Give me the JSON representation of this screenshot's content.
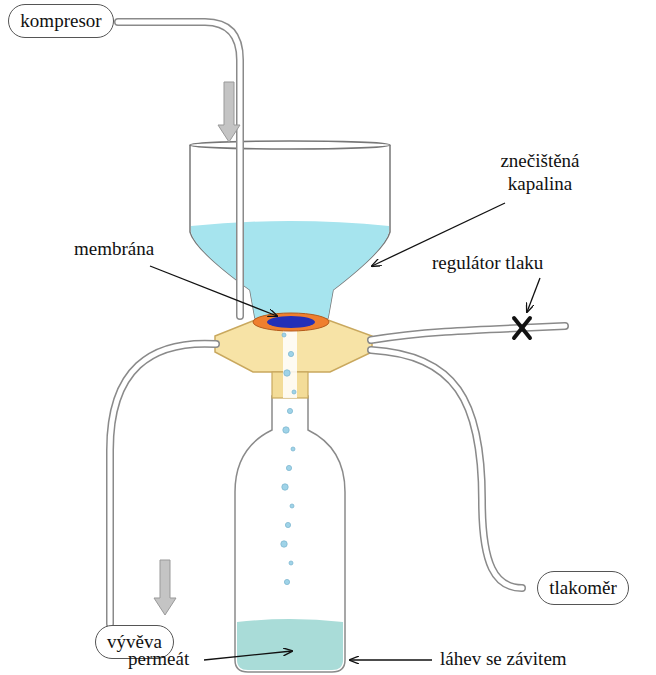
{
  "diagram": {
    "nodes": [
      {
        "text": [
          "kompresor"
        ]
      },
      {
        "text": [
          "tlakoměr"
        ]
      },
      {
        "text": [
          "vývěva"
        ]
      }
    ],
    "labels": [
      "znečištěná kapalina",
      "membrána",
      "regulátor tlaku",
      "permeát",
      "láhev se závitem"
    ]
  }
}
